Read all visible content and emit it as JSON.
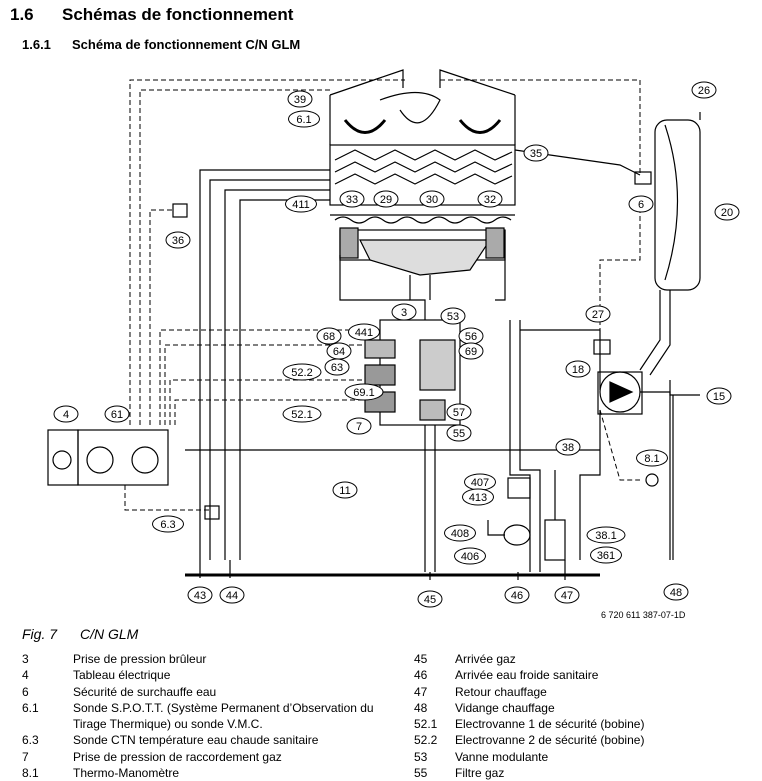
{
  "section": {
    "number": "1.6",
    "title": "Schémas de fonctionnement"
  },
  "subsection": {
    "number": "1.6.1",
    "title": "Schéma de fonctionnement C/N GLM"
  },
  "figure": {
    "number": "Fig. 7",
    "title": "C/N GLM",
    "reference": "6 720 611 387-07-1D"
  },
  "diagram_labels": [
    "39",
    "6.1",
    "35",
    "411",
    "33",
    "29",
    "30",
    "32",
    "26",
    "20",
    "6",
    "36",
    "3",
    "53",
    "441",
    "68",
    "56",
    "64",
    "69",
    "63",
    "52.2",
    "69.1",
    "52.1",
    "57",
    "7",
    "55",
    "27",
    "18",
    "15",
    "4",
    "61",
    "11",
    "8.1",
    "38",
    "407",
    "413",
    "38.1",
    "408",
    "361",
    "406",
    "6.3",
    "43",
    "44",
    "45",
    "46",
    "47",
    "48"
  ],
  "legend_left": [
    {
      "key": "3",
      "text": "Prise de pression brûleur"
    },
    {
      "key": "4",
      "text": "Tableau électrique"
    },
    {
      "key": "6",
      "text": "Sécurité de surchauffe eau"
    },
    {
      "key": "6.1",
      "text": "Sonde S.P.O.T.T. (Système Permanent d’Observation du Tirage Thermique) ou sonde V.M.C."
    },
    {
      "key": "6.3",
      "text": "Sonde CTN température eau chaude sanitaire"
    },
    {
      "key": "7",
      "text": "Prise de pression de raccordement gaz"
    },
    {
      "key": "8.1",
      "text": "Thermo-Manomètre"
    }
  ],
  "legend_right": [
    {
      "key": "45",
      "text": "Arrivée gaz"
    },
    {
      "key": "46",
      "text": "Arrivée eau froide sanitaire"
    },
    {
      "key": "47",
      "text": "Retour chauffage"
    },
    {
      "key": "48",
      "text": "Vidange chauffage"
    },
    {
      "key": "52.1",
      "text": "Electrovanne 1 de sécurité (bobine)"
    },
    {
      "key": "52.2",
      "text": "Electrovanne 2 de sécurité (bobine)"
    },
    {
      "key": "53",
      "text": "Vanne modulante"
    },
    {
      "key": "55",
      "text": "Filtre gaz"
    }
  ]
}
